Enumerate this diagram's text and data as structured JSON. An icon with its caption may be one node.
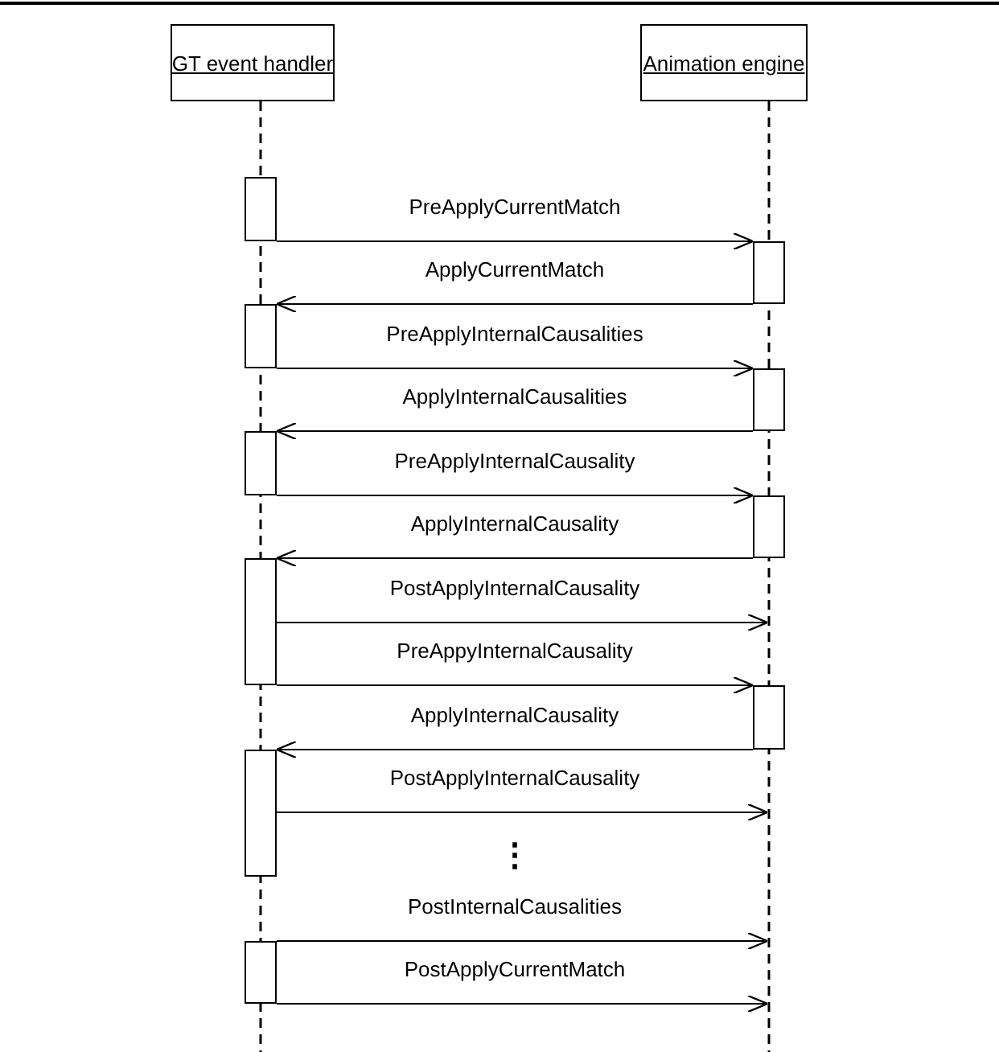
{
  "diagram": {
    "nodes": [
      {
        "text": [
          "GT event handler"
        ]
      },
      {
        "text": [
          "Animation engine"
        ]
      },
      {
        "text": [],
        "shape": "line"
      },
      {
        "text": [],
        "shape": "line"
      },
      {
        "text": [],
        "shape": "bar"
      },
      {
        "text": [],
        "shape": "bar"
      },
      {
        "text": [],
        "shape": "bar"
      },
      {
        "text": [],
        "shape": "bar"
      },
      {
        "text": [],
        "shape": "bar"
      },
      {
        "text": [],
        "shape": "bar"
      },
      {
        "text": [],
        "shape": "bar"
      },
      {
        "text": [],
        "shape": "bar"
      },
      {
        "text": [],
        "shape": "bar"
      },
      {
        "text": [],
        "shape": "bar"
      }
    ],
    "edges": [
      {
        "from": 4,
        "to": 5,
        "arrow": "to",
        "label": "PreApplyCurrentMatch"
      },
      {
        "from": 5,
        "to": 6,
        "arrow": "to",
        "label": "ApplyCurrentMatch"
      },
      {
        "from": 6,
        "to": 7,
        "arrow": "to",
        "label": "PreApplyInternalCausalities"
      },
      {
        "from": 7,
        "to": 8,
        "arrow": "to",
        "label": "ApplyInternalCausalities"
      },
      {
        "from": 8,
        "to": 9,
        "arrow": "to",
        "label": "PreApplyInternalCausality"
      },
      {
        "from": 9,
        "to": 10,
        "arrow": "to",
        "label": "ApplyInternalCausality"
      },
      {
        "from": 10,
        "to": 3,
        "arrow": "to",
        "label": "PostApplyInternalCausality"
      },
      {
        "from": 10,
        "to": 11,
        "arrow": "to",
        "label": "PreAppyInternalCausality"
      },
      {
        "from": 11,
        "to": 12,
        "arrow": "to",
        "label": "ApplyInternalCausality"
      },
      {
        "from": 12,
        "to": 3,
        "arrow": "to",
        "label": "PostApplyInternalCausality"
      },
      {
        "from": 13,
        "to": 3,
        "arrow": "to",
        "label": "PostInternalCausalities"
      },
      {
        "from": 13,
        "to": 3,
        "arrow": "to",
        "label": "PostApplyCurrentMatch"
      }
    ],
    "labels": [
      "⋮"
    ]
  }
}
